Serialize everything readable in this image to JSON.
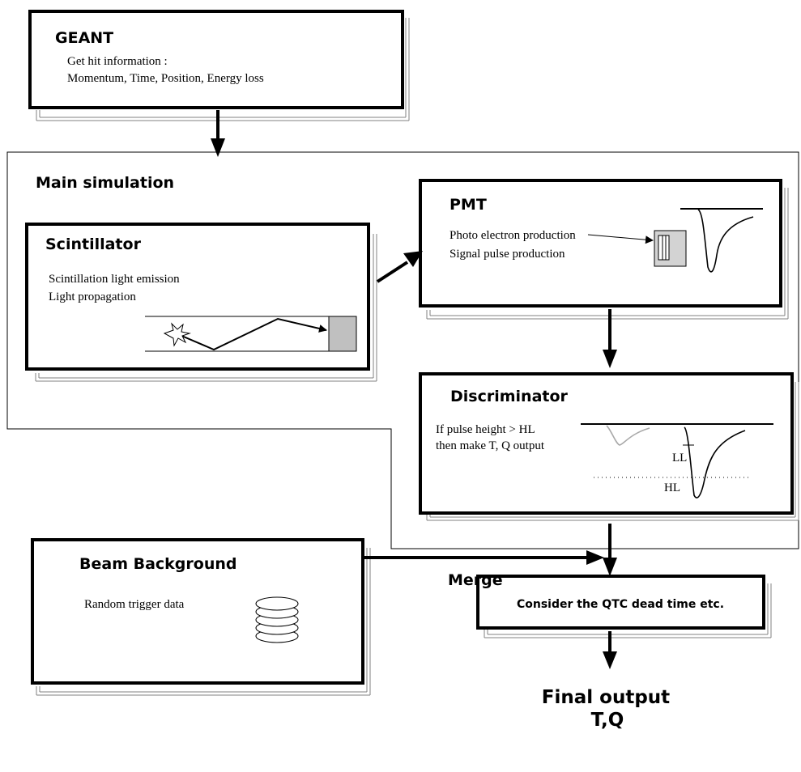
{
  "geant": {
    "title": "GEANT",
    "line1": "Get hit information :",
    "line2": "Momentum, Time, Position, Energy loss"
  },
  "main_simulation": {
    "label": "Main simulation"
  },
  "scintillator": {
    "title": "Scintillator",
    "line1": "Scintillation light emission",
    "line2": "Light propagation"
  },
  "pmt": {
    "title": "PMT",
    "line1": "Photo electron production",
    "line2": "Signal pulse production"
  },
  "discriminator": {
    "title": "Discriminator",
    "line1": "If pulse height > HL",
    "line2": "then make  T, Q output",
    "ll_label": "LL",
    "hl_label": "HL"
  },
  "beam_background": {
    "title": "Beam Background",
    "line1": "Random trigger data"
  },
  "merge": {
    "label": "Merge"
  },
  "qtc": {
    "label": "Consider the QTC dead time etc."
  },
  "final_output": {
    "line1": "Final output",
    "line2": "T,Q"
  },
  "colors": {
    "stroke": "#000000",
    "shadow": "#808080",
    "pmt_fill": "#d3d3d3",
    "ghost_pulse": "#a9a9a9"
  }
}
